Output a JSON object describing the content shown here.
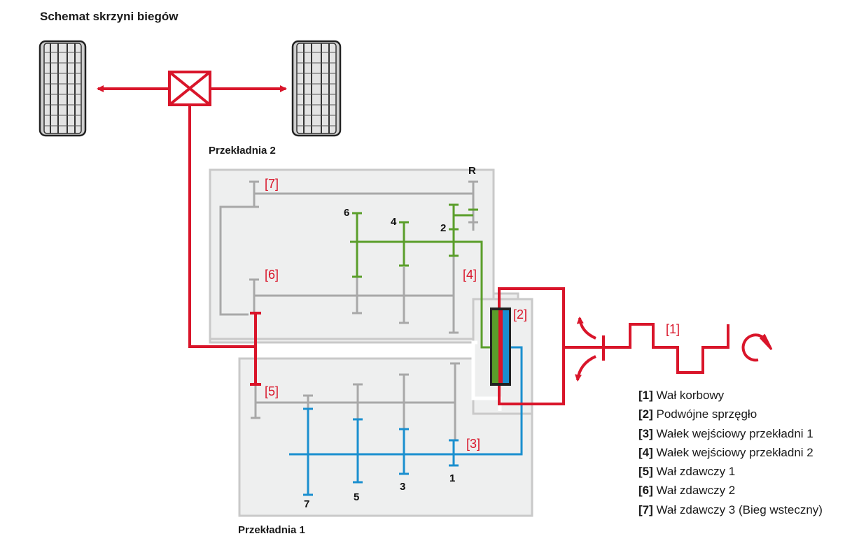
{
  "title": "Schemat skrzyni biegów",
  "sections": {
    "transmission_2": "Przekładnia 2",
    "transmission_1": "Przekładnia 1"
  },
  "tags": {
    "t1": "[1]",
    "t2": "[2]",
    "t3": "[3]",
    "t4": "[4]",
    "t5": "[5]",
    "t6": "[6]",
    "t7": "[7]"
  },
  "gear_numbers": {
    "reverse": "R",
    "g1": "1",
    "g2": "2",
    "g3": "3",
    "g4": "4",
    "g5": "5",
    "g6": "6",
    "g7": "7"
  },
  "legend": [
    {
      "key": "[1]",
      "text": "Wał korbowy"
    },
    {
      "key": "[2]",
      "text": "Podwójne sprzęgło"
    },
    {
      "key": "[3]",
      "text": "Wałek wejściowy przekładni 1"
    },
    {
      "key": "[4]",
      "text": "Wałek wejściowy przekładni 2"
    },
    {
      "key": "[5]",
      "text": "Wał zdawczy 1"
    },
    {
      "key": "[6]",
      "text": "Wał zdawczy 2"
    },
    {
      "key": "[7]",
      "text": "Wał zdawczy 3 (Bieg wsteczny)"
    }
  ],
  "colors": {
    "red": "#d9152a",
    "green": "#5a9e2a",
    "blue": "#1a8fcf",
    "gray": "#a8a8a8",
    "box": "#eeefef",
    "box_border": "#c9c9c9"
  }
}
